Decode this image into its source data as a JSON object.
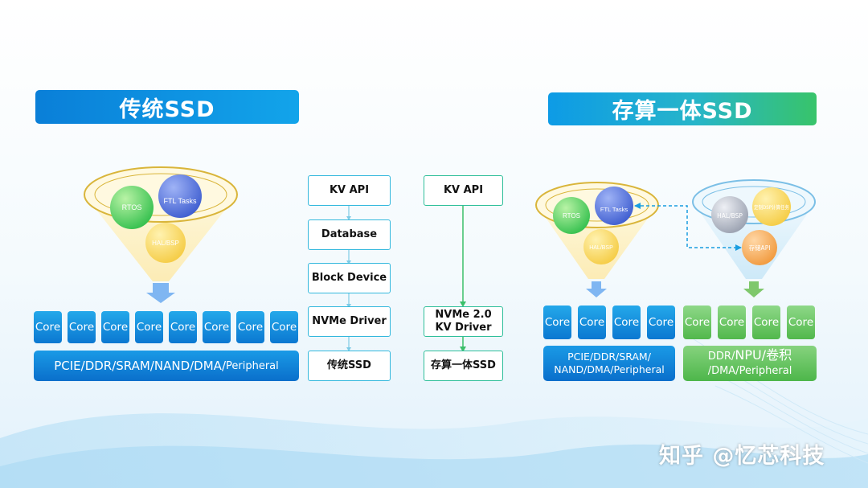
{
  "left": {
    "title": "传统SSD",
    "funnel": {
      "bubbles": [
        "RTOS",
        "FTL Tasks",
        "HAL/BSP"
      ]
    },
    "cores": [
      "Core",
      "Core",
      "Core",
      "Core",
      "Core",
      "Core",
      "Core",
      "Core"
    ],
    "bus": {
      "main": "PCIE/DDR/SRAM/NAND/DMA/",
      "small": "Peripheral"
    }
  },
  "right": {
    "title": "存算一体SSD",
    "funnel_a": {
      "bubbles": [
        "RTOS",
        "FTL Tasks",
        "HAL/BSP"
      ]
    },
    "funnel_b": {
      "bubbles": [
        "HAL/BSP",
        "定制DSP计算任务",
        "存储API"
      ]
    },
    "cores_blue": [
      "Core",
      "Core",
      "Core",
      "Core"
    ],
    "cores_green": [
      "Core",
      "Core",
      "Core",
      "Core"
    ],
    "bus_blue": {
      "line1": "PCIE/DDR/SRAM/",
      "line2": "NAND/DMA/Peripheral"
    },
    "bus_green": {
      "p1": "DDR/",
      "p2": "NPU/",
      "p3": "卷积",
      "line2": "/DMA/Peripheral"
    }
  },
  "stack_traditional": [
    "KV API",
    "Database",
    "Block Device",
    "NVMe Driver",
    "传统SSD"
  ],
  "stack_csd": [
    "KV API",
    "NVMe 2.0 KV Driver",
    "存算一体SSD"
  ],
  "watermark": "知乎 @忆芯科技",
  "colors": {
    "blue": "#0a7fd8",
    "green": "#52b84c",
    "flow_border": "#33b8dd"
  }
}
